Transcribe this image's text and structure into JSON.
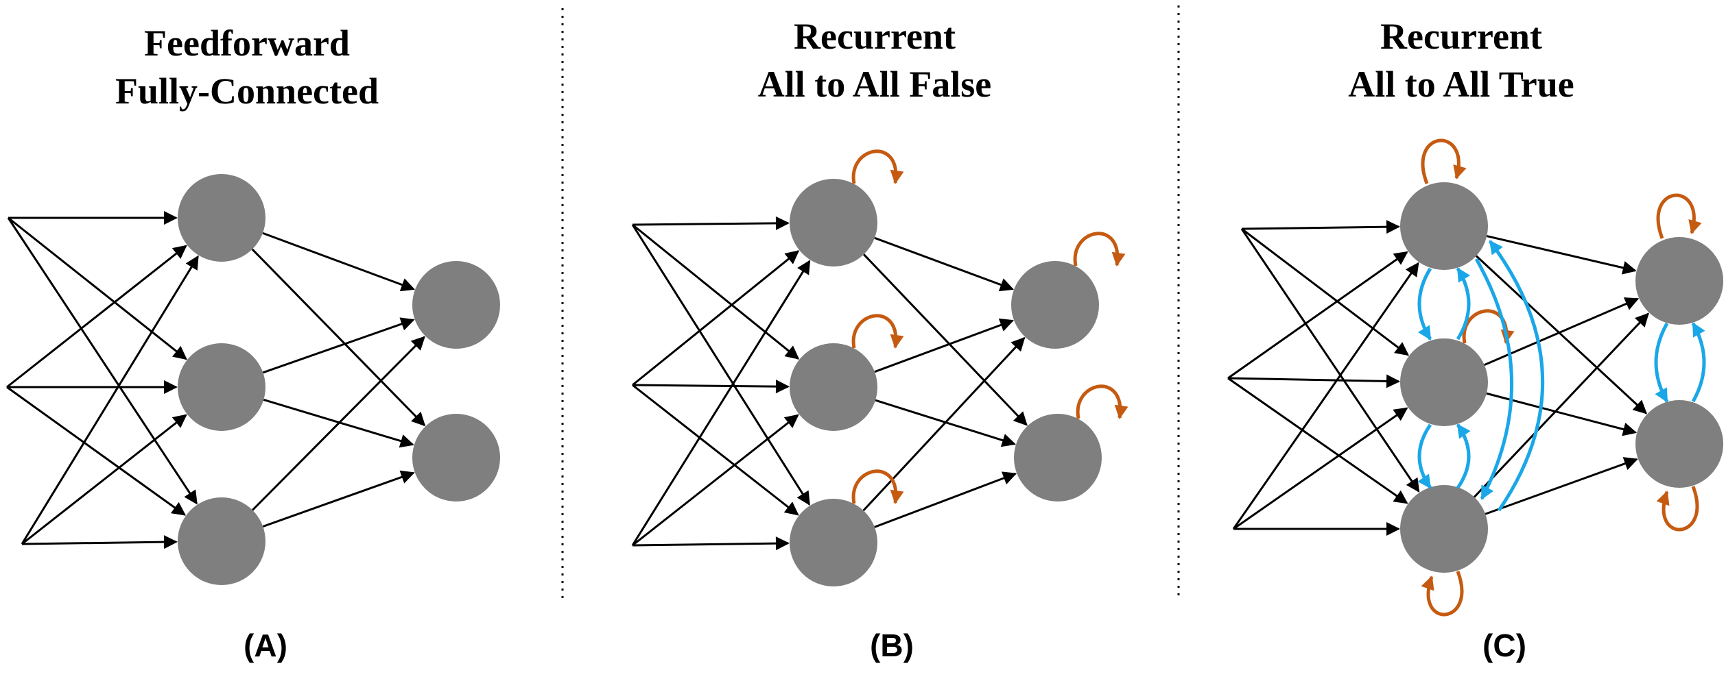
{
  "panels": [
    {
      "title_line1": "Feedforward",
      "title_line2": "Fully-Connected",
      "label": "(A)"
    },
    {
      "title_line1": "Recurrent",
      "title_line2": "All to All False",
      "label": "(B)"
    },
    {
      "title_line1": "Recurrent",
      "title_line2": "All to All True",
      "label": "(C)"
    }
  ],
  "colors": {
    "neuron": "#7f7f7f",
    "feedforward_edge": "#000000",
    "self_loop": "#c55a11",
    "lateral_edge": "#1aa7e8",
    "separator": "#000000"
  }
}
